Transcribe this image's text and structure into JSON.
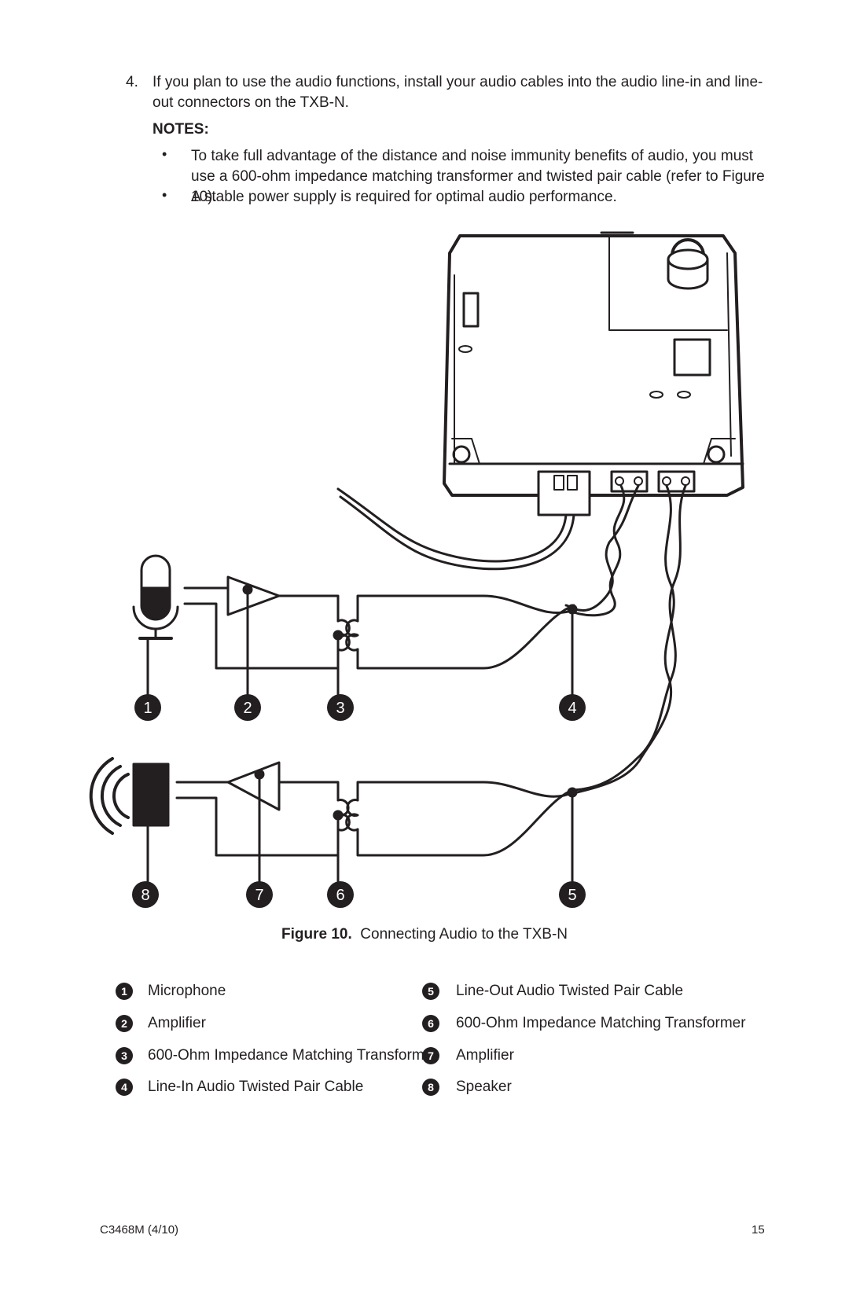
{
  "instructions": {
    "step_number": "4.",
    "step_text": "If you plan to use the audio functions, install your audio cables into the audio line-in and line-out connectors on the TXB-N.",
    "notes_heading": "NOTES:",
    "bullet_glyph": "•",
    "notes": [
      "To take full advantage of the distance and noise immunity benefits of audio, you must use a 600-ohm impedance matching transformer and twisted pair cable (refer to Figure 10).",
      "A stable power supply is required for optimal audio performance."
    ]
  },
  "figure": {
    "callouts": [
      "1",
      "2",
      "3",
      "4",
      "5",
      "6",
      "7",
      "8"
    ],
    "caption_label": "Figure 10.",
    "caption_text": "Connecting Audio to the TXB-N"
  },
  "legend": [
    {
      "num": "1",
      "label": "Microphone"
    },
    {
      "num": "2",
      "label": "Amplifier"
    },
    {
      "num": "3",
      "label": "600-Ohm Impedance Matching Transformer"
    },
    {
      "num": "4",
      "label": "Line-In Audio Twisted Pair Cable"
    },
    {
      "num": "5",
      "label": "Line-Out Audio Twisted Pair Cable"
    },
    {
      "num": "6",
      "label": "600-Ohm Impedance Matching Transformer"
    },
    {
      "num": "7",
      "label": "Amplifier"
    },
    {
      "num": "8",
      "label": "Speaker"
    }
  ],
  "footer": {
    "doc_id": "C3468M (4/10)",
    "page_number": "15"
  }
}
